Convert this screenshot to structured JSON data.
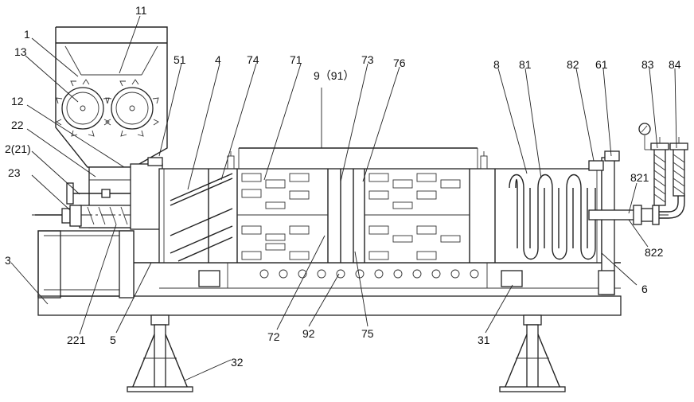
{
  "labels": {
    "l1": "1",
    "l11": "11",
    "l13": "13",
    "l12": "12",
    "l22": "22",
    "l2_21": "2(21)",
    "l23": "23",
    "l3": "3",
    "l51": "51",
    "l4": "4",
    "l74": "74",
    "l71": "71",
    "l9_91": "9（91）",
    "l73": "73",
    "l76": "76",
    "l8": "8",
    "l81": "81",
    "l82": "82",
    "l61": "61",
    "l83": "83",
    "l84": "84",
    "l821": "821",
    "l822": "822",
    "l6": "6",
    "l221": "221",
    "l5": "5",
    "l72": "72",
    "l92": "92",
    "l75": "75",
    "l31": "31",
    "l32": "32"
  }
}
